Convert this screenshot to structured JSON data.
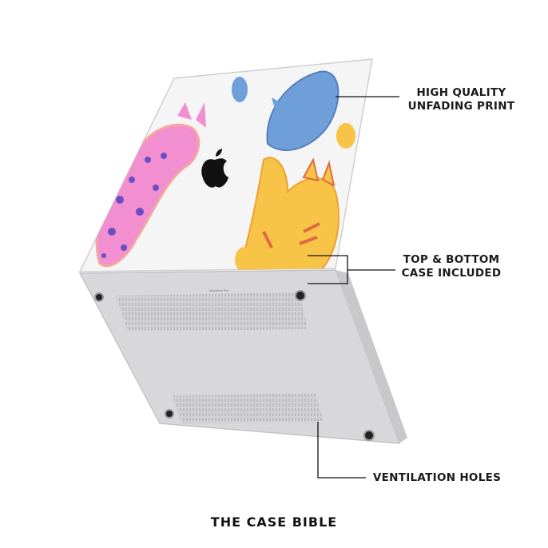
{
  "callouts": {
    "print": {
      "line1": "HIGH QUALITY",
      "line2": "UNFADING PRINT"
    },
    "case": {
      "line1": "TOP & BOTTOM",
      "line2": "CASE INCLUDED"
    },
    "vent": {
      "line1": "VENTILATION HOLES"
    }
  },
  "device_label": "MacBook Pro",
  "brand": "THE CASE BIBLE",
  "colors": {
    "pink_cat": "#f28fd0",
    "blue_cat": "#6f9fd8",
    "yellow_cat": "#f8c448",
    "spots": "#6a4fc2",
    "case": "#d8d8da"
  }
}
